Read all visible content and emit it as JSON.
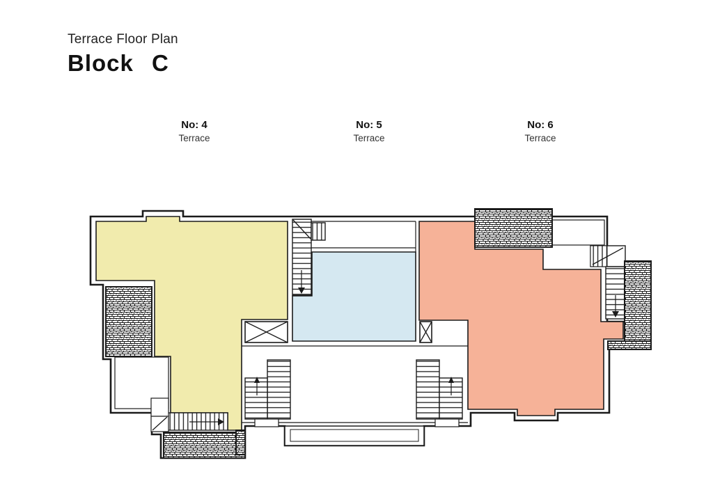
{
  "header": {
    "subtitle": "Terrace Floor Plan",
    "title": "Block C"
  },
  "units": [
    {
      "number": "No: 4",
      "type": "Terrace",
      "color": "#f1ebad"
    },
    {
      "number": "No: 5",
      "type": "Terrace",
      "color": "#d5e8f1"
    },
    {
      "number": "No: 6",
      "type": "Terrace",
      "color": "#f6b298"
    }
  ],
  "plan": {
    "background": "#ffffff",
    "line_color": "#1b1b1b"
  }
}
